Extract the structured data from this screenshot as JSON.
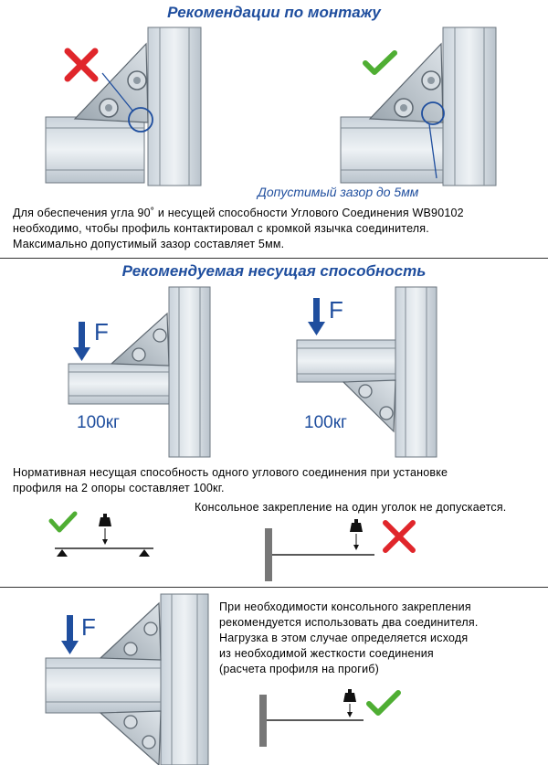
{
  "section1": {
    "title": "Рекомендации по монтажу",
    "gap_caption": "Допустимый зазор до 5мм",
    "text_lines": [
      "Для обеспечения угла 90˚ и несущей способности Углового Соединения WB90102",
      "необходимо, чтобы профиль контактировал с кромкой язычка соединителя.",
      "Максимально допустимый зазор составляет 5мм."
    ]
  },
  "section2": {
    "title": "Рекомендуемая несущая способность",
    "force_label": "F",
    "load_value": "100кг",
    "text_lines": [
      "Нормативная несущая способность одного углового соединения при установке",
      "профиля на 2 опоры составляет 100кг."
    ],
    "cantilever_note": "Консольное закрепление на один уголок не допускается."
  },
  "section3": {
    "force_label": "F",
    "text_lines": [
      "При необходимости консольного закрепления",
      "рекомендуется использовать два соединителя.",
      "Нагрузка в этом случае определяется исходя",
      "из необходимой жесткости соединения",
      "(расчета профиля на прогиб)"
    ]
  },
  "colors": {
    "accent_blue": "#1f4e9e",
    "check_green": "#4fae33",
    "cross_red": "#e0262b"
  }
}
